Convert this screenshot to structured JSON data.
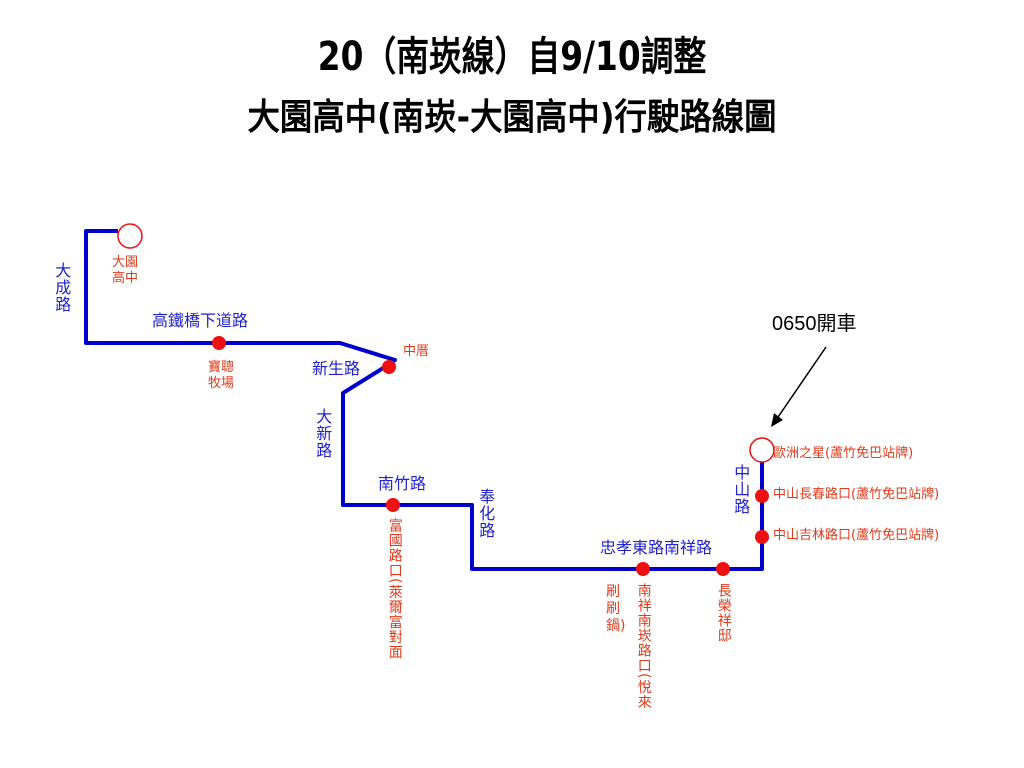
{
  "title": {
    "line1": "20（南崁線）自9/10調整",
    "line2": "大園高中(南崁-大園高中)行駛路線圖"
  },
  "colors": {
    "route": "#0000cc",
    "stop_filled": "#ee1111",
    "stop_hollow": "#ee1111",
    "road_text": "#2222cc",
    "stop_text": "#e03a1a"
  },
  "roads": {
    "dacheng": "大成路",
    "gaotie": "高鐵橋下道路",
    "xinsheng": "新生路",
    "daxin": "大新路",
    "nanzhu": "南竹路",
    "fenghua": "奉化路",
    "zhongxiao": "忠孝東路南祥路",
    "zhongshan": "中山路"
  },
  "stops": {
    "dayuan": "大園高中",
    "baoting": "寶聰牧場",
    "zhongli": "中厝",
    "fuguo": "富國路口(萊爾富對面",
    "shuashua": "刷刷鍋)",
    "nanxiang": "南祥南崁路口(悅來",
    "changrong": "長榮祥邸",
    "ouzhou": "歐洲之星(蘆竹免巴站牌)",
    "changchun": "中山長春路口(蘆竹免巴站牌)",
    "jilin": "中山吉林路口(蘆竹免巴站牌)"
  },
  "callout": {
    "text": "0650開車"
  }
}
